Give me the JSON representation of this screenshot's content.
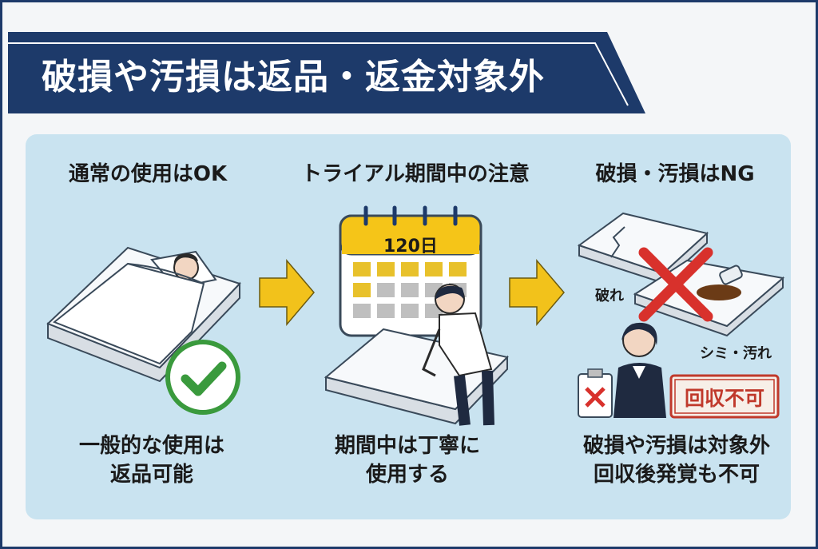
{
  "banner": {
    "title": "破損や汚損は返品・返金対象外"
  },
  "columns": [
    {
      "title": "通常の使用はOK",
      "caption_line1": "一般的な使用は",
      "caption_line2": "返品可能"
    },
    {
      "title": "トライアル期間中の注意",
      "calendar_label": "120日",
      "caption_line1": "期間中は丁寧に",
      "caption_line2": "使用する"
    },
    {
      "title": "破損・汚損はNG",
      "label_tear": "破れ",
      "label_stain": "シミ・汚れ",
      "stamp": "回収不可",
      "caption_line1": "破損や汚損は対象外",
      "caption_line2": "回収後発覚も不可"
    }
  ],
  "colors": {
    "navy": "#1d3a6a",
    "panel": "#c9e3f0",
    "arrow": "#f2c21b",
    "check": "#3a9a3d",
    "cross": "#d8312c",
    "stamp": "#c0392b"
  },
  "icons": [
    "check-icon",
    "arrow-right-icon",
    "calendar-icon",
    "cross-icon",
    "clipboard-icon"
  ]
}
